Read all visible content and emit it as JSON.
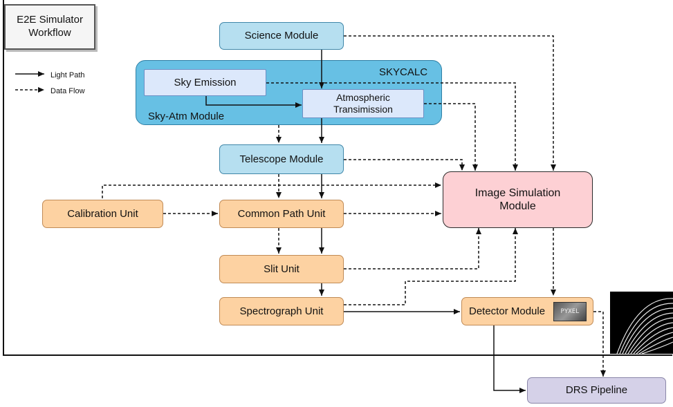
{
  "title": "E2E Simulator Workflow",
  "legend": {
    "light_path": "Light Path",
    "data_flow": "Data Flow"
  },
  "modules": {
    "science": "Science Module",
    "skycalc": "SKYCALC",
    "sky_emission": "Sky Emission",
    "atmospheric": "Atmospheric Transimission",
    "sky_atm": "Sky-Atm Module",
    "telescope": "Telescope Module",
    "calibration": "Calibration Unit",
    "common_path": "Common Path Unit",
    "slit": "Slit Unit",
    "spectrograph": "Spectrograph Unit",
    "image_sim": "Image Simulation Module",
    "detector": "Detector Module",
    "pyxel_logo": "PYXEL",
    "drs": "DRS Pipeline"
  },
  "colors": {
    "module_blue": "#b6dff0",
    "sky_atm_blue": "#67c0e4",
    "unit_orange": "#fdd2a2",
    "image_sim_pink": "#fdd0d4",
    "drs_lavender": "#d5d1e8"
  }
}
